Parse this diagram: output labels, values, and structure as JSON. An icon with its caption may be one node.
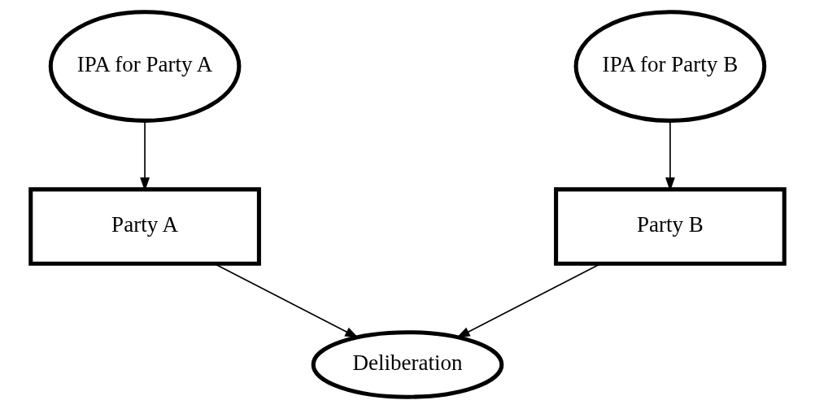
{
  "diagram": {
    "nodes": [
      {
        "text": [
          "IPA for Party A"
        ]
      },
      {
        "text": [
          "IPA for Party B"
        ]
      },
      {
        "text": [
          "Party A"
        ]
      },
      {
        "text": [
          "Party B"
        ]
      },
      {
        "text": [
          "Deliberation"
        ]
      }
    ],
    "edges": [
      {
        "from": 0,
        "to": 2,
        "arrow": "to"
      },
      {
        "from": 1,
        "to": 3,
        "arrow": "to"
      },
      {
        "from": 2,
        "to": 4,
        "arrow": "to"
      },
      {
        "from": 3,
        "to": 4,
        "arrow": "to"
      }
    ]
  }
}
